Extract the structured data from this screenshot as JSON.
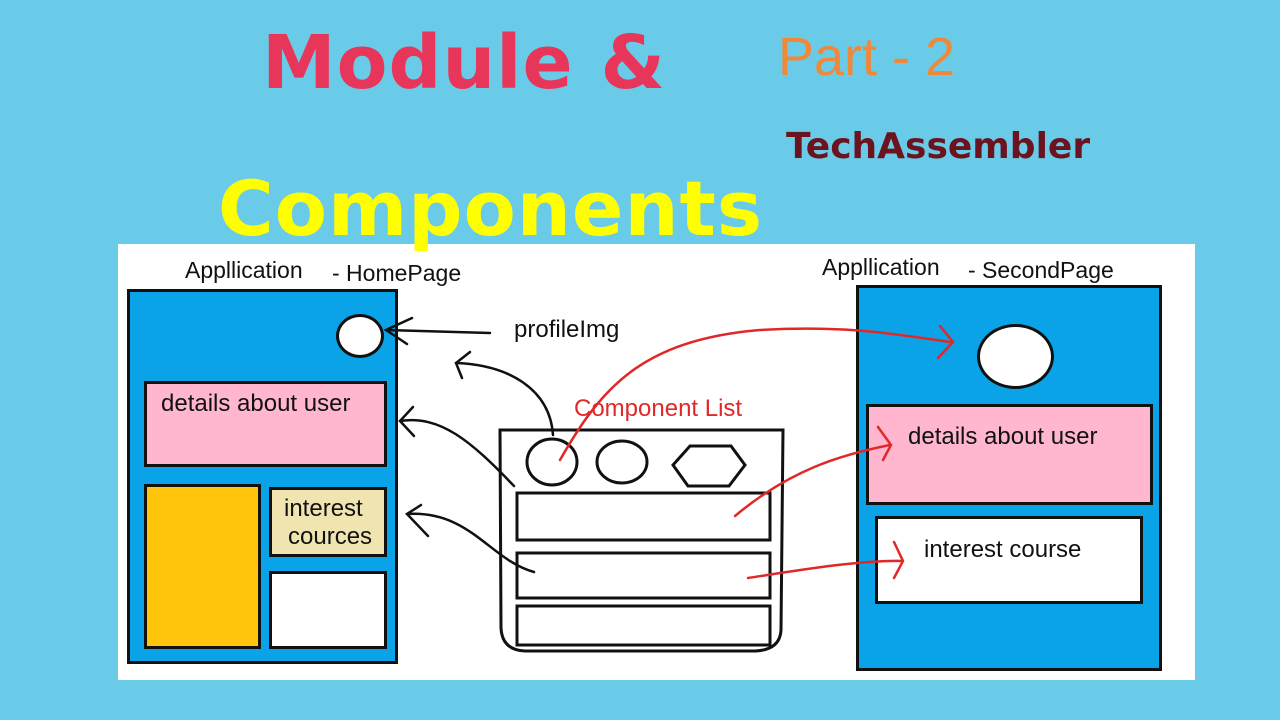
{
  "header": {
    "title_line1": "Module &",
    "title_line2": "Components",
    "part": "Part - 2",
    "brand": "TechAssembler"
  },
  "home_page": {
    "label_left": "Appllication",
    "label_right": "- HomePage",
    "details_box": "details about user",
    "interest_box_line1": "interest",
    "interest_box_line2": "cources"
  },
  "center": {
    "profile_label": "profileImg",
    "component_list_label": "Component List"
  },
  "second_page": {
    "label_left": "Appllication",
    "label_right": "- SecondPage",
    "details_box": "details about user",
    "interest_box": "interest course"
  },
  "colors": {
    "background": "#6acbe8",
    "lane_blue": "#0ba3e8",
    "pink": "#ffb6ce",
    "orange_block": "#ffc40c",
    "beige_block": "#f0e4b0",
    "red_arrows": "#e02828",
    "title_pink": "#e8365a",
    "title_yellow": "#ffff00",
    "part_orange": "#f0883a",
    "brand_maroon": "#6b1420"
  }
}
